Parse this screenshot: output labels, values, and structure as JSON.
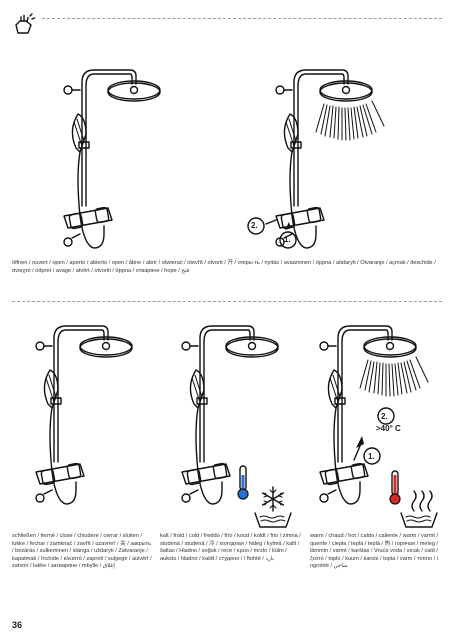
{
  "header": {
    "icon": "hand-gesture-icon"
  },
  "panels": {
    "open": {
      "step1": "1.",
      "step2": "2."
    },
    "warm": {
      "step1": "1.",
      "step2": "2.",
      "temp_label": ">40° C"
    }
  },
  "captions": {
    "open": "öffnen / ouvert / open / aperto / abierto / open / åbne / abrir / otwierać / otevřít / otvorit / 开 / откры ть / nyitás / avaaminen / öppna / atidaryti / Otvaranje / açmak / deschide / ανοιχτό / odpret / avage / atvērt / otvoriti / öppna / отварянe / hope / فتح",
    "close": "schließen / fermé / close / chiudere / cerrar / sluiten / lukke / fechar / zamknąć / zavřít / uzavrieť / 关 / закрыть / bezárás / sulkeminen / stänga / uždaryti / Zatvaranje / kapatmak / închide / κλειστό / zapreti / sulgege / aizvērt / zatvori / lukke / затваряне / mbylle / إغلاق",
    "cold": "kalt / froid / cold / freddo / frío / koud / koldt / frio / zimna / studená / studená / 冷 / холодная / hideg / kylmä / kallt / šaltas / Hladno / soğuk / rece / κρύο / mrzlo / külm / auksts / hladno / kaldt / студено / i ftohtë / بارد",
    "warm": "warm / chaud / hot / caldo / caliente / warm / varmt / quente / ciepła / teplá / teplá / 热 / горячая / meleg / lämmin / varmt / karštas / Vruća voda / sıcak / cald / ζεστό / toplo / kuum / karsts / topla / varm / топло / i ngrohtë / ساخن"
  },
  "page_number": "36"
}
